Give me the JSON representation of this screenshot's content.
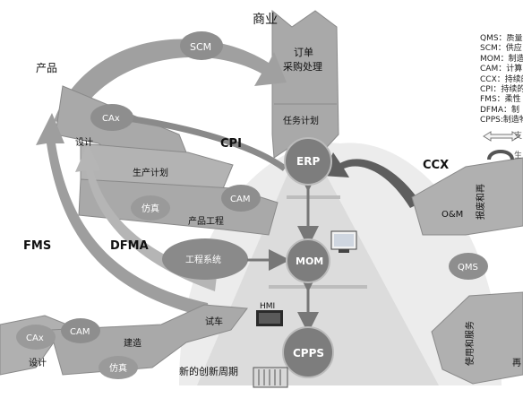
{
  "labels": {
    "business": "商业",
    "product": "产品",
    "scm": "SCM",
    "order_line1": "订单",
    "order_line2": "采购处理",
    "task_plan": "任务计划",
    "cax_top": "CAx",
    "design_top": "设计",
    "cpi": "CPI",
    "production_plan": "生产计划",
    "simulation_top": "仿真",
    "product_engineering": "产品工程",
    "cam_top": "CAM",
    "erp": "ERP",
    "ccx": "CCX",
    "om": "O&M",
    "scrap_return": "报废和再",
    "fms": "FMS",
    "dfma": "DFMA",
    "engineering_system": "工程系统",
    "mom": "MOM",
    "qms": "QMS",
    "hmi": "HMI",
    "cax_bottom": "CAx",
    "cam_bottom": "CAM",
    "design_bottom": "设计",
    "build": "建造",
    "simulation_bottom": "仿真",
    "trial_production": "试车",
    "new_innovation_cycle": "新的创新周期",
    "cpps": "CPPS",
    "use_service": "使用和服务",
    "right_edge_char": "再"
  },
  "legend": [
    "QMS：质量",
    "SCM：供应",
    "MOM：制造",
    "CAM：计算",
    "CCX：持续的",
    "CPI：持续的",
    "FMS：柔性",
    "DFMA：制",
    "CPPS:制造物"
  ],
  "legend_tail": [
    "支",
    "生"
  ],
  "colors": {
    "arrow_fill": "#a9a9a9",
    "arrow_dark": "#8a8a8a",
    "node_fill": "#7d7d7d",
    "ellipse_fill": "#8e8e8e",
    "pyramid": "#dedede",
    "dome": "#ececec"
  }
}
